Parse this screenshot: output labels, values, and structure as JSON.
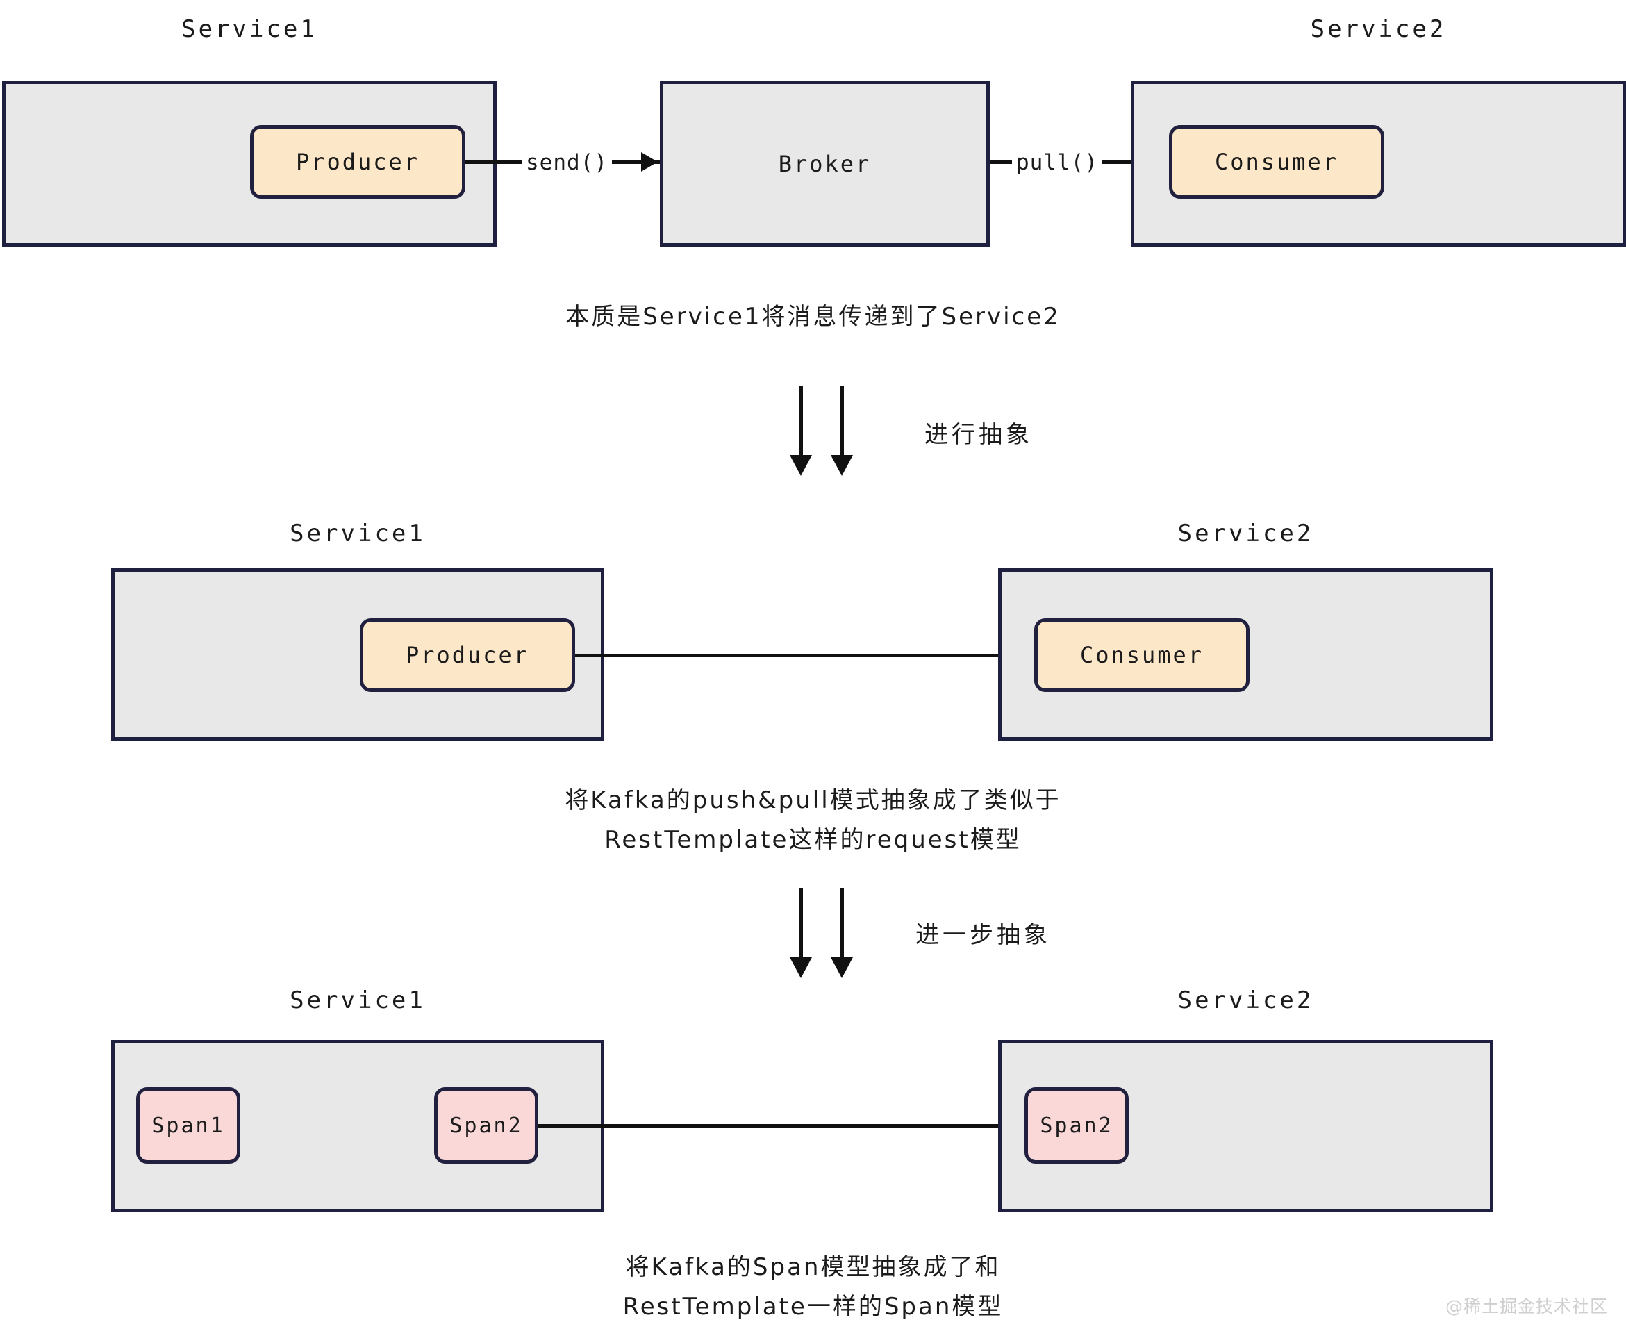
{
  "diagram": {
    "title_implicit": "Kafka push&pull 抽象为 Span 模型",
    "colors": {
      "service_box_fill": "#e8e8e8",
      "service_box_border": "#1f2040",
      "producer_consumer_fill": "#fce7c8",
      "span_fill": "#fbd8d8",
      "node_border": "#21213f",
      "arrow": "#111111",
      "text": "#1b1b1b",
      "watermark": "#cfcfcf"
    },
    "rows": [
      {
        "id": "row1",
        "labels": {
          "left_service": "Service1",
          "right_service": "Service2"
        },
        "nodes": {
          "producer": "Producer",
          "broker": "Broker",
          "consumer": "Consumer"
        },
        "edges": [
          {
            "label": "send()",
            "from": "Producer",
            "to": "Broker"
          },
          {
            "label": "pull()",
            "from": "Broker",
            "to": "Consumer"
          }
        ],
        "caption": "本质是Service1将消息传递到了Service2"
      },
      {
        "id": "row2",
        "labels": {
          "left_service": "Service1",
          "right_service": "Service2"
        },
        "nodes": {
          "producer": "Producer",
          "consumer": "Consumer"
        },
        "edges": [
          {
            "label": "",
            "from": "Producer",
            "to": "Consumer"
          }
        ],
        "caption_line1": "将Kafka的push&pull模式抽象成了类似于",
        "caption_line2": "RestTemplate这样的request模型"
      },
      {
        "id": "row3",
        "labels": {
          "left_service": "Service1",
          "right_service": "Service2"
        },
        "nodes": {
          "span1": "Span1",
          "span2": "Span2",
          "span2_remote": "Span2"
        },
        "edges": [
          {
            "label": "",
            "from": "Span2",
            "to": "Span2"
          }
        ],
        "caption_line1": "将Kafka的Span模型抽象成了和",
        "caption_line2": "RestTemplate一样的Span模型"
      }
    ],
    "transitions": [
      {
        "id": "t1",
        "label": "进行抽象"
      },
      {
        "id": "t2",
        "label": "进一步抽象"
      }
    ],
    "watermark": "@稀土掘金技术社区"
  }
}
